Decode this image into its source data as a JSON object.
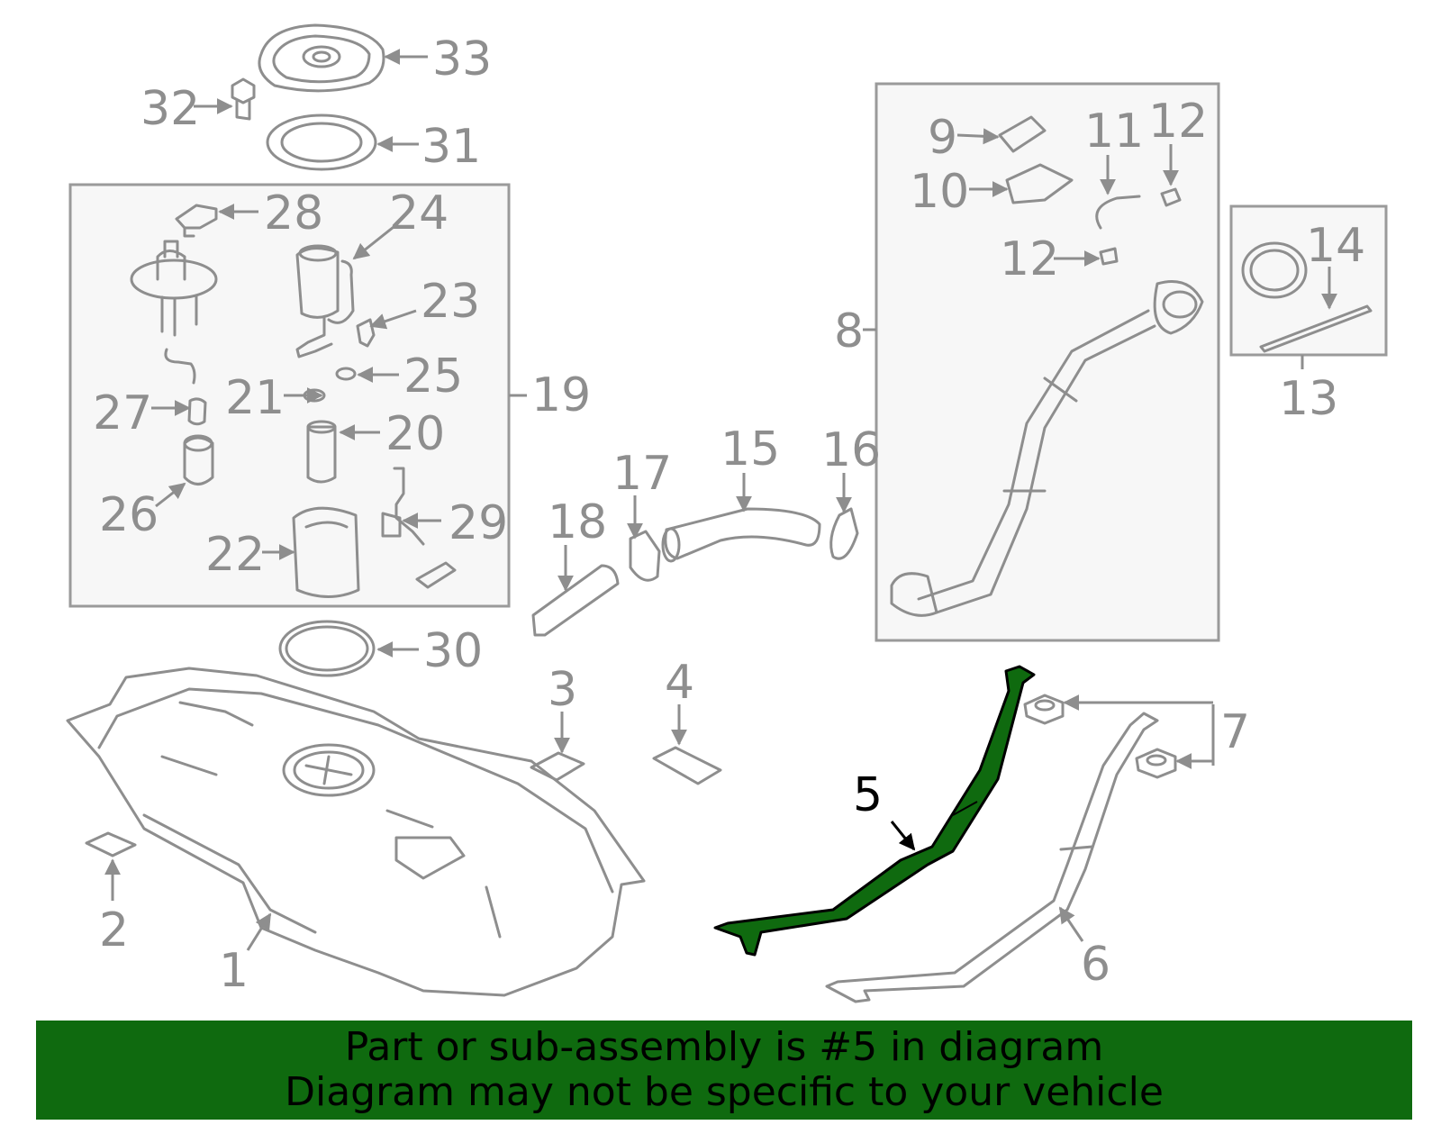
{
  "diagram": {
    "highlighted_part": "5",
    "highlight_color": "#0f6a0f",
    "line_color": "#8e8e8e",
    "part_labels": {
      "p1": "1",
      "p2": "2",
      "p3": "3",
      "p4": "4",
      "p5": "5",
      "p6": "6",
      "p7": "7",
      "p8": "8",
      "p9": "9",
      "p10": "10",
      "p11": "11",
      "p12a": "12",
      "p12b": "12",
      "p13": "13",
      "p14": "14",
      "p15": "15",
      "p16": "16",
      "p17": "17",
      "p18": "18",
      "p19": "19",
      "p20": "20",
      "p21": "21",
      "p22": "22",
      "p23": "23",
      "p24": "24",
      "p25": "25",
      "p26": "26",
      "p27": "27",
      "p28": "28",
      "p29": "29",
      "p30": "30",
      "p31": "31",
      "p32": "32",
      "p33": "33"
    }
  },
  "banner": {
    "line1": "Part or sub-assembly is #5 in diagram",
    "line2": "Diagram may not be specific to your vehicle",
    "background": "#0f6a0f"
  }
}
